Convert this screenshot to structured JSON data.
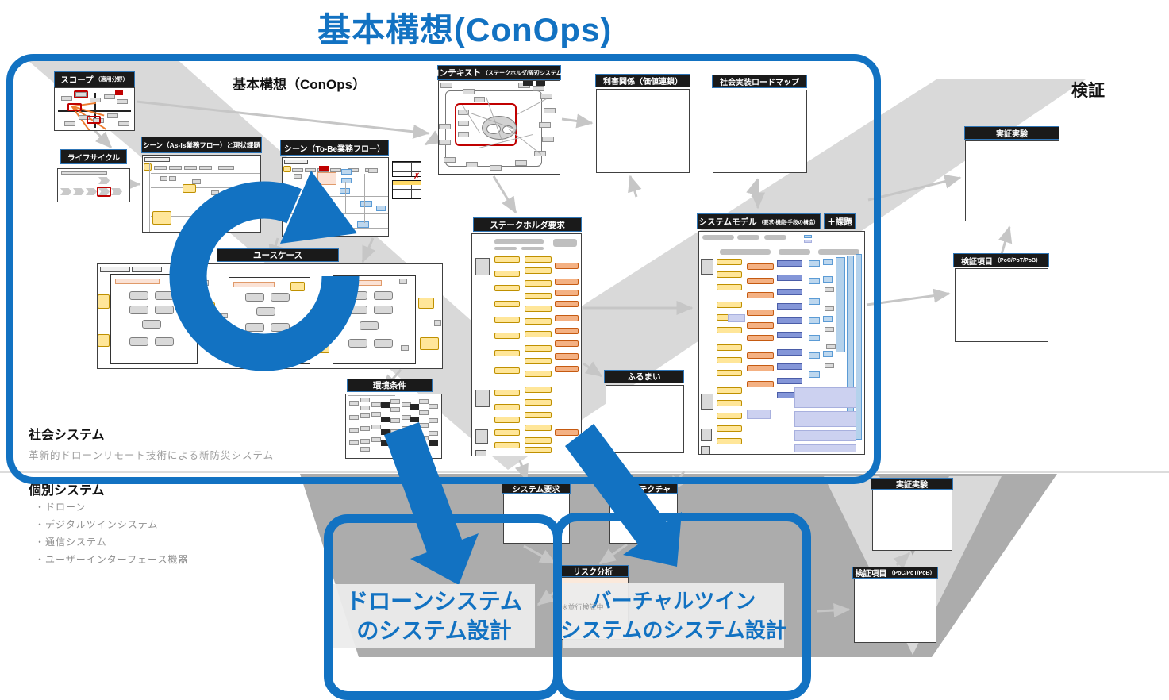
{
  "title": "基本構想(ConOps)",
  "conops_box": {
    "heading": "基本構想（ConOps）",
    "social_system_label": "社会システム",
    "social_system_desc": "革新的ドローンリモート技術による新防災システム",
    "panels": {
      "scope": {
        "title": "スコープ",
        "note": "（適用分野）"
      },
      "lifecycle": {
        "title": "ライフサイクル"
      },
      "scene_asis": {
        "title": "シーン（As-Is業務フロー）と現状課題"
      },
      "scene_tobe": {
        "title": "シーン（To-Be業務フロー）"
      },
      "usecase": {
        "title": "ユースケース"
      },
      "context": {
        "title": "コンテキスト",
        "note": "（ステークホルダ/周辺システム）"
      },
      "relations": {
        "title": "利害関係（価値連鎖）"
      },
      "roadmap": {
        "title": "社会実装ロードマップ"
      },
      "stakeholder_req": {
        "title": "ステークホルダ要求"
      },
      "system_model": {
        "title": "システムモデル",
        "note": "（要求-機能-手段の構造）",
        "badge": "＋課題"
      },
      "behavior": {
        "title": "ふるまい"
      },
      "environment": {
        "title": "環境条件"
      }
    }
  },
  "verification": {
    "label": "検証",
    "upper": {
      "experiment": "実証実験",
      "items": "検証項目",
      "items_note": "（PoC/PoT/PoB）"
    },
    "lower": {
      "experiment": "実証実験",
      "items": "検証項目",
      "items_note": "（PoC/PoT/PoB）"
    }
  },
  "individual": {
    "label": "個別システム",
    "items": [
      "・ドローン",
      "・デジタルツインシステム",
      "・通信システム",
      "・ユーザーインターフェース機器"
    ]
  },
  "design": {
    "system_req": "システム要求",
    "architecture": "アーキテクチャ",
    "risk": "リスク分析",
    "risk_note": "※並行検証中",
    "drone_line1": "ドローンシステム",
    "drone_line2": "のシステム設計",
    "vtwin_line1": "バーチャルツイン",
    "vtwin_line2": "システムのシステム設計"
  },
  "colors": {
    "accent_blue": "#1272C2",
    "header_black": "#1A1A1A",
    "v_light_gray": "#D9D9D9",
    "band_dark_gray": "#ACACAC",
    "note_yellow": "#FFE699",
    "note_orange": "#F4B183",
    "risk_pink": "#FBE9DB"
  }
}
